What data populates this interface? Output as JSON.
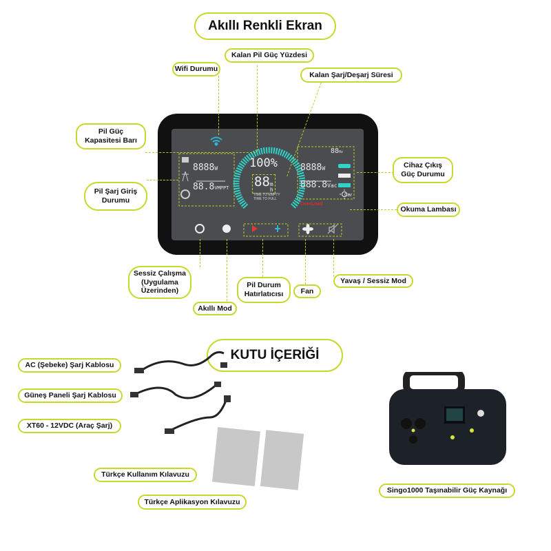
{
  "screen_section": {
    "title": "Akıllı Renkli Ekran",
    "callouts": {
      "wifi": "Wifi Durumu",
      "battery_percent": "Kalan Pil Güç Yüzdesi",
      "remaining_time": "Kalan Şarj/Deşarj Süresi",
      "capacity_bar": "Pil Güç\nKapasitesi Barı",
      "charge_input": "Pil Şarj Giriş\nDurumu",
      "output_status": "Cihaz Çıkış\nGüç Durumu",
      "reading_lamp": "Okuma Lambası",
      "silent_app": "Sessiz Çalışma\n(Uygulama\nÜzerinden)",
      "smart_mode": "Akıllı Mod",
      "battery_reminder": "Pil Durum\nHatırlatıcısı",
      "fan": "Fan",
      "slow_silent": "Yavaş / Sessiz Mod"
    },
    "display": {
      "input_watts": "8888",
      "input_watts_unit": "W",
      "input_volts": "88.8",
      "input_volts_unit": "VMPPT",
      "percent": "100%",
      "time": "88",
      "time_unit_m": "m",
      "time_unit_h": "h",
      "time_to_empty": "TIME TO EMPTY",
      "time_to_full": "TIME TO FULL",
      "output_watts": "8888",
      "output_watts_unit": "W",
      "output_volts": "888.8",
      "output_volts_unit": "Vac",
      "hz": "88",
      "hz_unit": "Hz",
      "car": "Car",
      "overload": "OverLoad",
      "battery_level": 1.0,
      "accent": "#2fd3c8",
      "warn": "#d32f2f"
    }
  },
  "box_section": {
    "title": "KUTU İÇERİĞİ",
    "items": [
      "AC (Şebeke) Şarj Kablosu",
      "Güneş Paneli Şarj Kablosu",
      "XT60 - 12VDC (Araç Şarj)",
      "Türkçe Kullanım Kılavuzu",
      "Türkçe Aplikasyon Kılavuzu"
    ],
    "product": "Singo1000 Taşınabilir Güç Kaynağı"
  }
}
